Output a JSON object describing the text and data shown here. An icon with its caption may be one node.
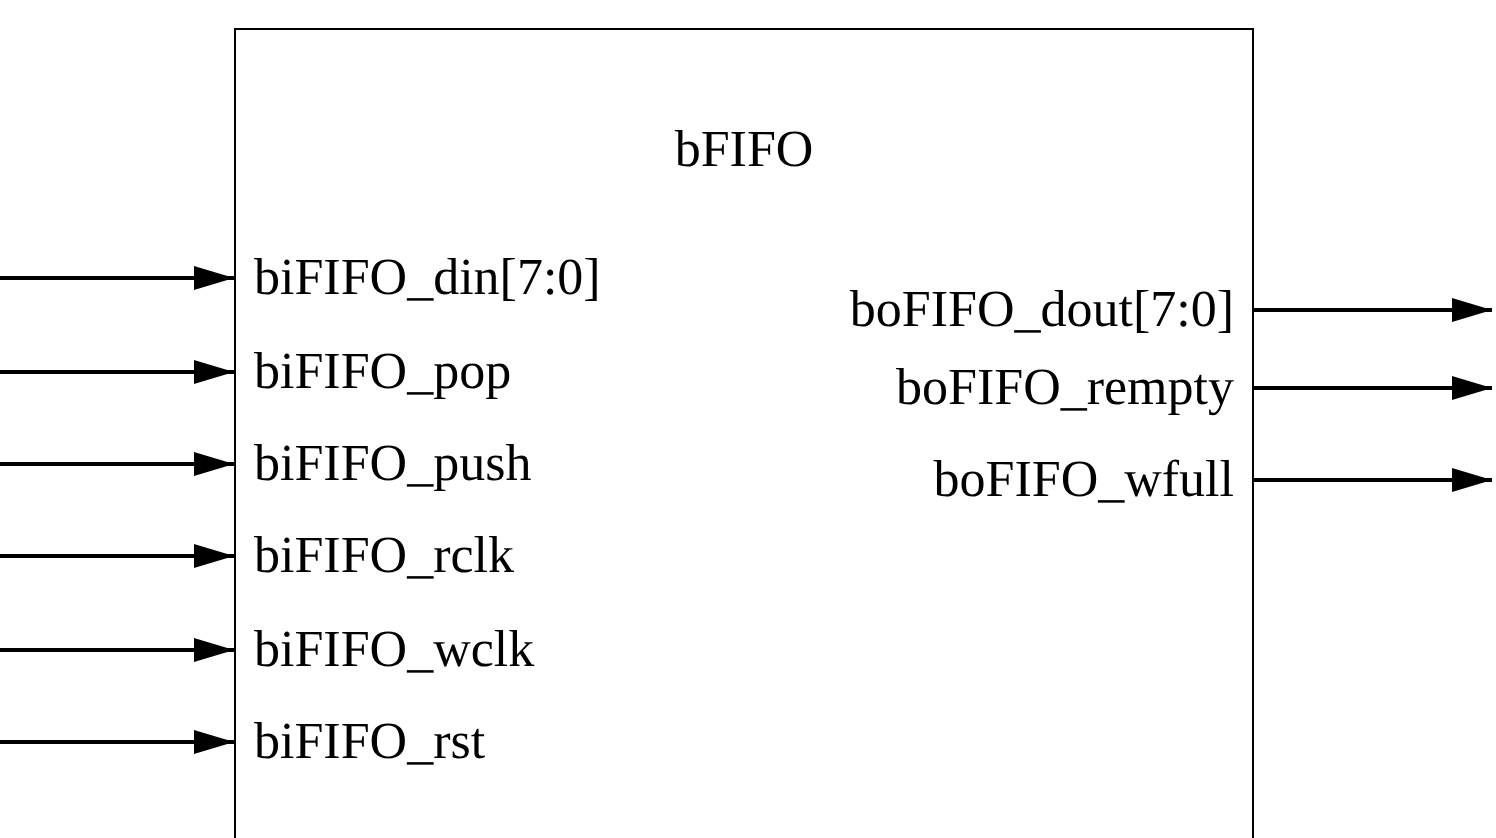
{
  "diagram": {
    "nodes": [
      {
        "text": [
          "bFIFO"
        ]
      },
      {
        "text": [
          "biFIFO_din[7:0]"
        ],
        "in": 0
      },
      {
        "text": [
          "biFIFO_pop"
        ],
        "in": 0
      },
      {
        "text": [
          "biFIFO_push"
        ],
        "in": 0
      },
      {
        "text": [
          "biFIFO_rclk"
        ],
        "in": 0
      },
      {
        "text": [
          "biFIFO_wclk"
        ],
        "in": 0
      },
      {
        "text": [
          "biFIFO_rst"
        ],
        "in": 0
      },
      {
        "text": [
          "boFIFO_dout[7:0]"
        ],
        "in": 0
      },
      {
        "text": [
          "boFIFO_rempty"
        ],
        "in": 0
      },
      {
        "text": [
          "boFIFO_wfull"
        ],
        "in": 0
      }
    ],
    "edges": [
      {
        "from": null,
        "to": 1,
        "arrow": "to"
      },
      {
        "from": null,
        "to": 2,
        "arrow": "to"
      },
      {
        "from": null,
        "to": 3,
        "arrow": "to"
      },
      {
        "from": null,
        "to": 4,
        "arrow": "to"
      },
      {
        "from": null,
        "to": 5,
        "arrow": "to"
      },
      {
        "from": null,
        "to": 6,
        "arrow": "to"
      },
      {
        "from": 7,
        "to": null,
        "arrow": "to"
      },
      {
        "from": 8,
        "to": null,
        "arrow": "to"
      },
      {
        "from": 9,
        "to": null,
        "arrow": "to"
      }
    ]
  }
}
